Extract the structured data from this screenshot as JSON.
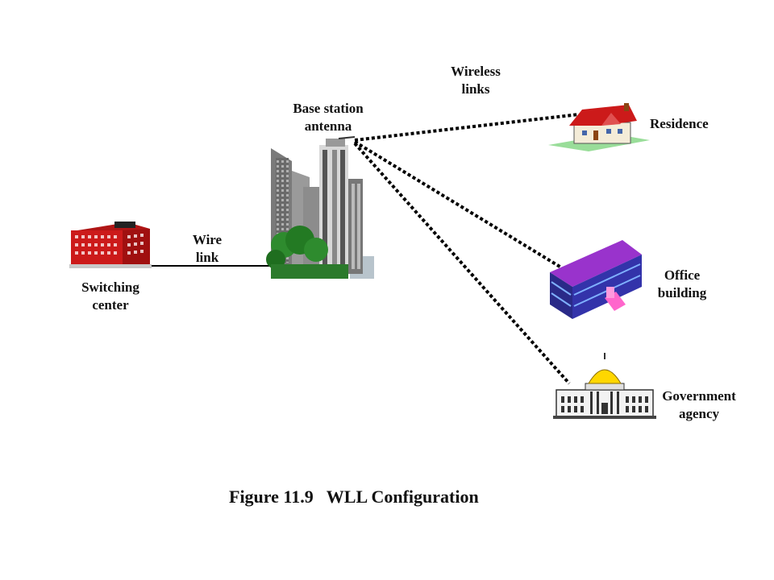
{
  "labels": {
    "wireless_links": [
      "Wireless",
      "links"
    ],
    "base_station": [
      "Base station",
      "antenna"
    ],
    "residence": "Residence",
    "switching_center": [
      "Switching",
      "center"
    ],
    "wire_link": [
      "Wire",
      "link"
    ],
    "office_building": [
      "Office",
      "building"
    ],
    "government_agency": [
      "Government",
      "agency"
    ]
  },
  "caption": "Figure 11.9   WLL Configuration",
  "colors": {
    "switching_center": "#cc1a1a",
    "office_roof": "#9933cc",
    "office_wall": "#3333aa",
    "dome": "#ffd700",
    "residence_roof": "#cc1a1a",
    "lawn": "#99dd99",
    "trees": "#2e8b2e",
    "link_line": "#000000"
  },
  "icons": {
    "switching_center": "red-office-building-icon",
    "base_station": "city-towers-antenna-icon",
    "residence": "house-icon",
    "office_building": "purple-office-building-icon",
    "government_agency": "capitol-dome-building-icon"
  }
}
